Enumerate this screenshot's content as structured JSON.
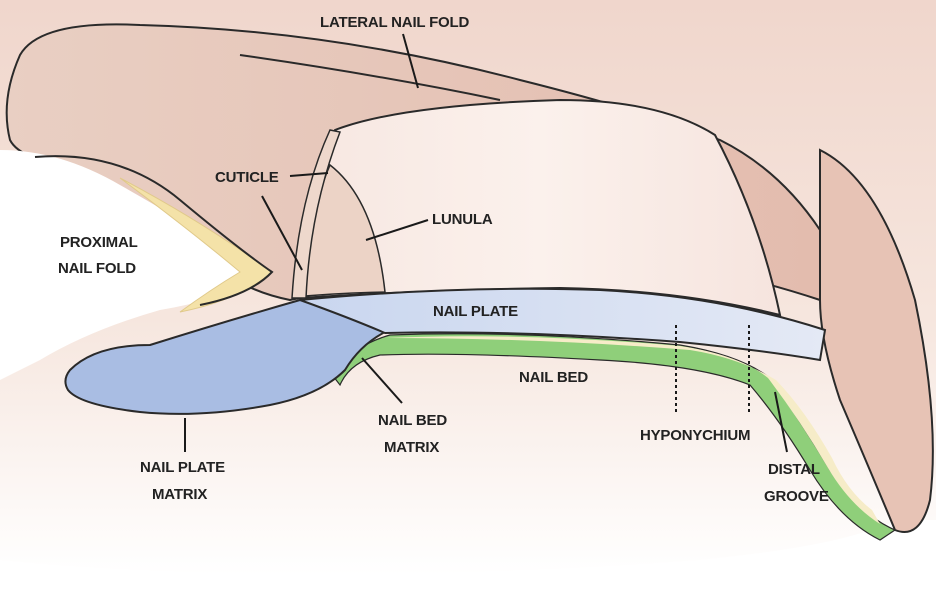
{
  "labels": {
    "lateral_nail_fold": "LATERAL NAIL FOLD",
    "cuticle": "CUTICLE",
    "lunula": "LUNULA",
    "proximal_nail_fold_1": "PROXIMAL",
    "proximal_nail_fold_2": "NAIL FOLD",
    "nail_plate": "NAIL PLATE",
    "nail_bed": "NAIL BED",
    "nail_bed_matrix_1": "NAIL BED",
    "nail_bed_matrix_2": "MATRIX",
    "nail_plate_matrix_1": "NAIL PLATE",
    "nail_plate_matrix_2": "MATRIX",
    "hyponychium": "HYPONYCHIUM",
    "distal_groove_1": "DISTAL",
    "distal_groove_2": "GROOVE"
  },
  "colors": {
    "skin": "#e8c6ba",
    "skin_light": "#f4e0d8",
    "nail_plate": "#dce3f2",
    "nail_matrix": "#a9bde3",
    "nail_bed_green": "#8fcf7a",
    "nail_cream": "#f6ecc8",
    "lunula": "#ecd3c6",
    "outline": "#2a2a2a"
  }
}
